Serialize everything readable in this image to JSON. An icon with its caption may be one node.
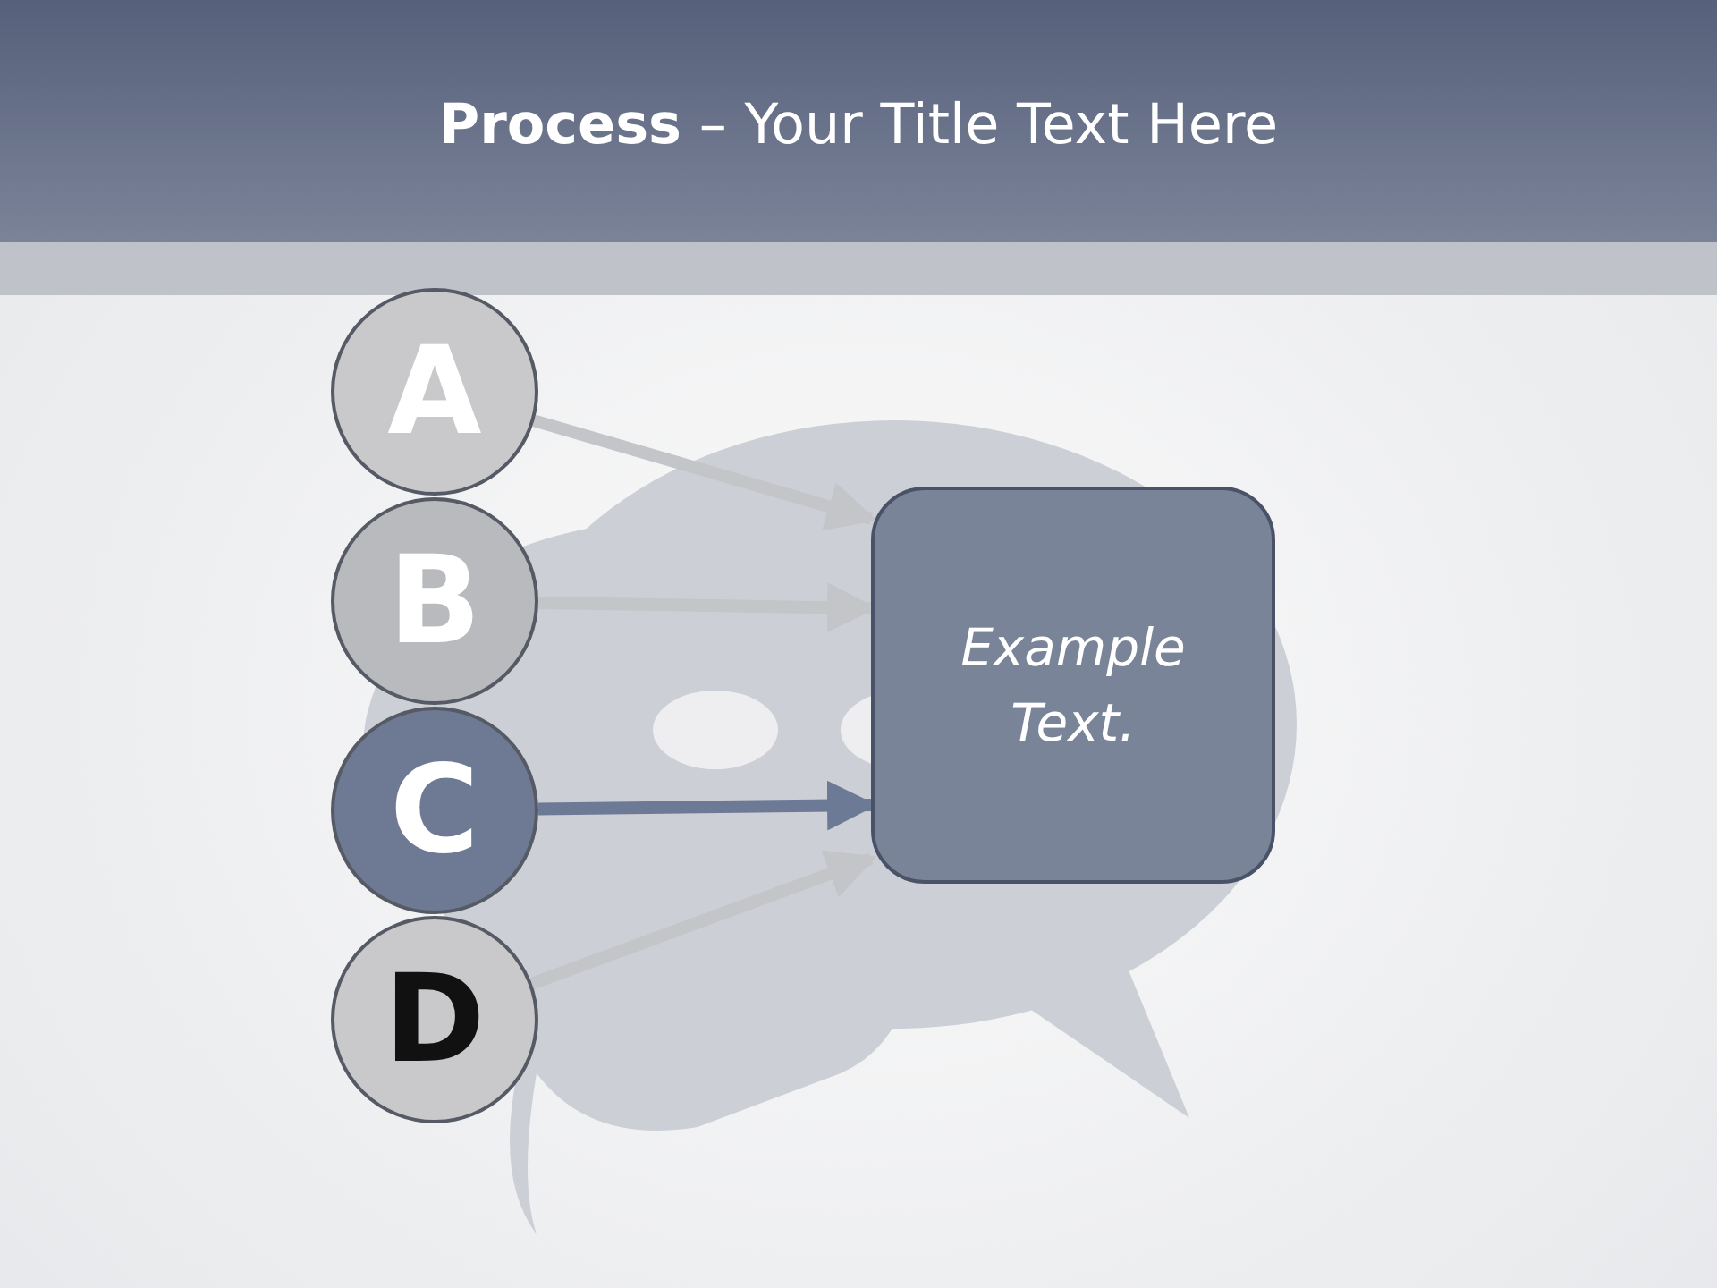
{
  "diagram": {
    "title": "**Process** – Your Title Text Here",
    "nodes": [
      {
        "text": [
          "A"
        ]
      },
      {
        "text": [
          "B"
        ]
      },
      {
        "text": [
          "C"
        ]
      },
      {
        "text": [
          "D"
        ]
      },
      {
        "text": [
          "Example Text."
        ]
      }
    ],
    "edges": [
      {
        "from": 0,
        "to": 4,
        "arrow": "to"
      },
      {
        "from": 1,
        "to": 4,
        "arrow": "to"
      },
      {
        "from": 2,
        "to": 4,
        "arrow": "to",
        "color": "#6d7a96"
      },
      {
        "from": 3,
        "to": 4,
        "arrow": "to"
      }
    ]
  }
}
